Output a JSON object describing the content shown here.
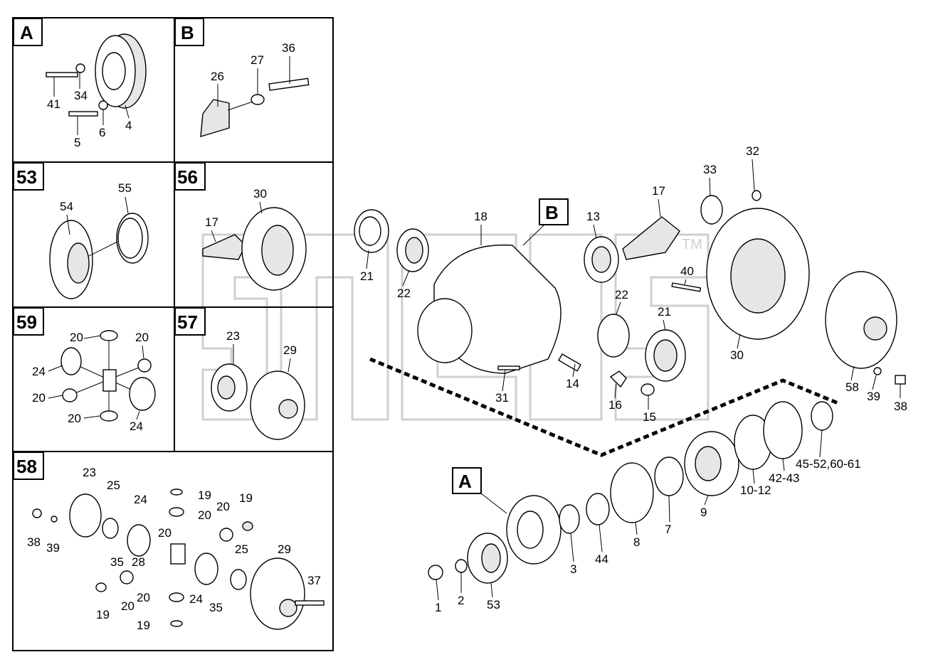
{
  "panels": {
    "A": {
      "tag": "A",
      "labels": [
        "41",
        "34",
        "5",
        "6",
        "4"
      ]
    },
    "B": {
      "tag": "B",
      "labels": [
        "26",
        "27",
        "36"
      ]
    },
    "p53": {
      "tag": "53",
      "labels": [
        "54",
        "55"
      ]
    },
    "p56": {
      "tag": "56",
      "labels": [
        "17",
        "30"
      ]
    },
    "p59": {
      "tag": "59",
      "labels": [
        "20",
        "20",
        "24",
        "20",
        "20",
        "24"
      ]
    },
    "p57": {
      "tag": "57",
      "labels": [
        "23",
        "29"
      ]
    },
    "p58": {
      "tag": "58",
      "labels": [
        "23",
        "25",
        "24",
        "19",
        "20",
        "20",
        "19",
        "38",
        "39",
        "35",
        "28",
        "20",
        "25",
        "29",
        "19",
        "20",
        "20",
        "24",
        "35",
        "37",
        "19"
      ]
    }
  },
  "main": {
    "callouts": {
      "b": "B",
      "a": "A"
    },
    "labels": [
      "18",
      "21",
      "22",
      "13",
      "17",
      "33",
      "32",
      "40",
      "22",
      "21",
      "30",
      "31",
      "14",
      "16",
      "15",
      "58",
      "39",
      "38",
      "45-52,60-61",
      "42-43",
      "10-12",
      "9",
      "7",
      "8",
      "44",
      "3",
      "1",
      "2",
      "53"
    ]
  },
  "watermark": {
    "tm": "TM"
  }
}
